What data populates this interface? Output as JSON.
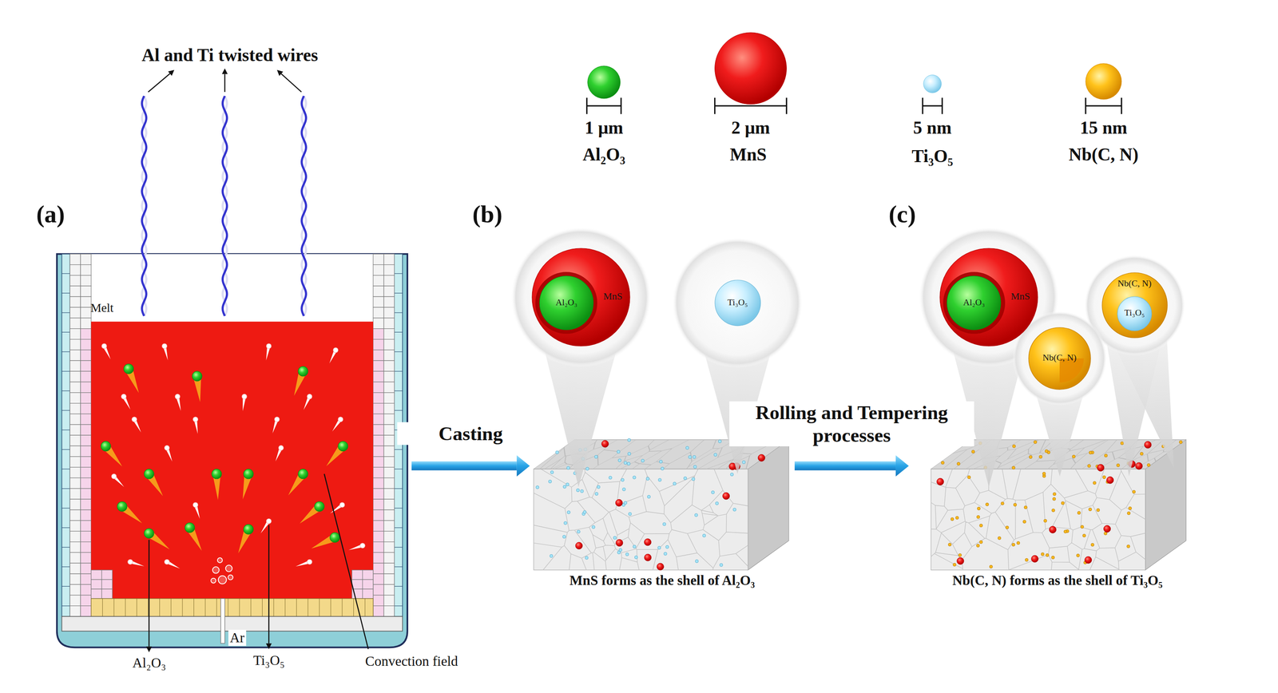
{
  "diagram": {
    "nodes": [
      {
        "text": [
          "Melt"
        ]
      },
      {
        "text": [
          "MnS forms as the shell of Al₂O₃"
        ]
      },
      {
        "text": [
          "MnS"
        ]
      },
      {
        "text": [
          "Al₂O₃"
        ],
        "in": 2
      },
      {
        "text": [
          "Ti₃O₅"
        ]
      },
      {
        "text": [
          "Nb(C, N) forms as the shell of Ti₃O₅"
        ]
      },
      {
        "text": [
          "MnS"
        ]
      },
      {
        "text": [
          "Al₂O₃"
        ],
        "in": 6
      },
      {
        "text": [
          "Nb(C, N)"
        ]
      },
      {
        "text": [
          "Ti₃O₅"
        ],
        "in": 8
      },
      {
        "text": [
          "Nb(C, N)"
        ]
      }
    ],
    "edges": [
      {
        "from": 0,
        "to": 1,
        "label": "Casting",
        "arrow": "to"
      },
      {
        "from": 1,
        "to": 5,
        "label": "Rolling and Tempering processes",
        "arrow": "to"
      }
    ],
    "labels": [
      "Al and Ti twisted wires",
      "1 μm",
      "Al₂O₃",
      "2 μm",
      "MnS",
      "5 nm",
      "Ti₃O₅",
      "15 nm",
      "Nb(C, N)",
      "(a)",
      "(b)",
      "(c)",
      "Al₂O₃",
      "Ar",
      "Ti₃O₅",
      "Convection field"
    ]
  }
}
